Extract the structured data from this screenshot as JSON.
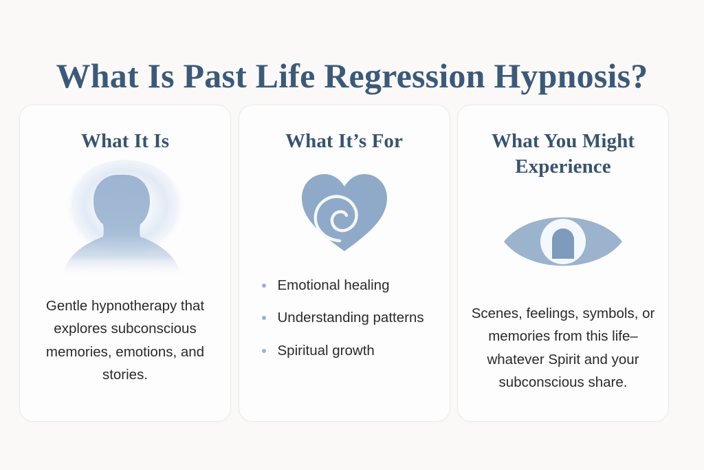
{
  "title": "What Is Past Life Regression Hypnosis?",
  "theme": {
    "page_background": "#faf9f7",
    "card_background": "#fdfdfe",
    "card_border": "#eceaea",
    "heading_color": "#37546f",
    "title_color": "#3b5a7a",
    "body_color": "#2a2a2c",
    "accent_blue": "#8ba7c6",
    "accent_blue_dark": "#6d8bb0",
    "bullet_color": "#9fb3c8"
  },
  "cards": [
    {
      "heading": "What It Is",
      "icon": "person-silhouette-glow-icon",
      "body": "Gentle hypnotherapy that explores subconscious memories, emotions, and stories."
    },
    {
      "heading": "What It’s For",
      "icon": "heart-spiral-icon",
      "bullets": [
        "Emotional healing",
        "Understanding patterns",
        "Spiritual growth"
      ]
    },
    {
      "heading": "What You Might Experience",
      "icon": "eye-icon",
      "body": "Scenes, feelings, symbols, or memories from this life– whatever Spirit and your subconscious share."
    }
  ]
}
